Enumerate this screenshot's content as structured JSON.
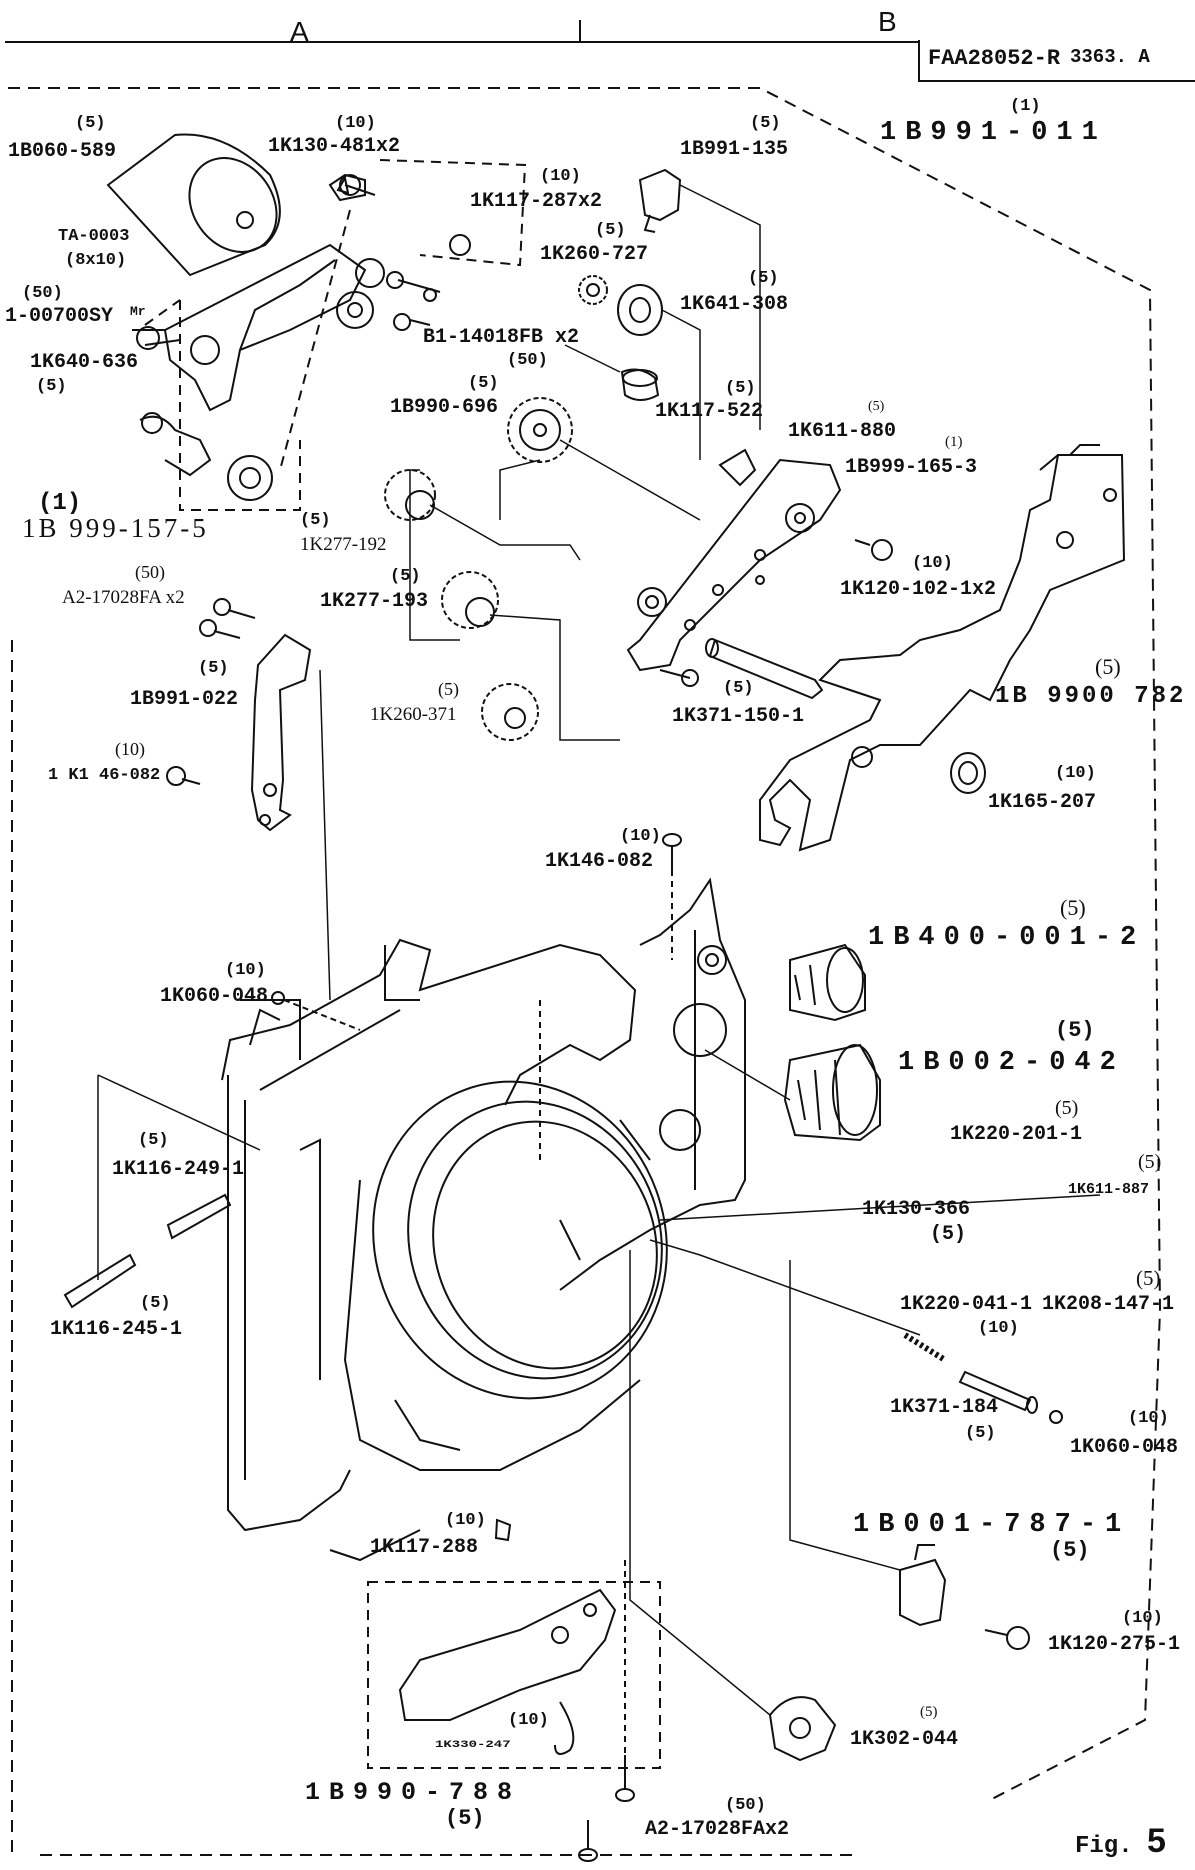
{
  "header": {
    "col_a": "A",
    "col_b": "B",
    "drawing_code": "FAA28052-R",
    "drawing_rev": "3363. A"
  },
  "figure": {
    "prefix": "Fig.",
    "number": "5"
  },
  "labels": {
    "assy_top": "1B991-011",
    "assy_top_qty": "(1)",
    "motor": "1B060-589",
    "motor_qty": "(5)",
    "motor_ta": "TA-0003",
    "motor_ta_size": "(8x10)",
    "screw_481": "1K130-481x2",
    "screw_481_qty": "(10)",
    "screw_287": "1K117-287x2",
    "screw_287_qty": "(10)",
    "sw_135": "1B991-135",
    "sw_135_qty": "(5)",
    "gear_727": "1K260-727",
    "gear_727_qty": "(5)",
    "disc_308": "1K641-308",
    "disc_308_qty": "(5)",
    "screw_b1": "B1-14018FB x2",
    "screw_b1_qty": "(50)",
    "part_700": "1-00700SY",
    "part_700_qty": "(50)",
    "part_700_note": "Mr",
    "washer_636": "1K640-636",
    "washer_636_qty": "(5)",
    "gear_696": "1B990-696",
    "gear_696_qty": "(5)",
    "collar_522": "1K117-522",
    "collar_522_qty": "(5)",
    "plate_880": "1K611-880",
    "plate_880_qty": "(5)",
    "assy_165": "1B999-165-3",
    "assy_165_qty": "(1)",
    "assy_157": "1B 999-157-5",
    "assy_157_qty": "(1)",
    "gear_192": "1K277-192",
    "gear_192_qty": "(5)",
    "screw_102": "1K120-102-1x2",
    "screw_102_qty": "(10)",
    "screw_a2_top": "A2-17028FA x2",
    "screw_a2_top_qty": "(50)",
    "gear_193": "1K277-193",
    "gear_193_qty": "(5)",
    "lever_022": "1B991-022",
    "lever_022_qty": "(5)",
    "gear_371": "1K260-371",
    "gear_371_qty": "(5)",
    "shaft_150": "1K371-150-1",
    "shaft_150_qty": "(5)",
    "plate_782": "1B 9900 782",
    "plate_782_qty": "(5)",
    "screw_k146": "1 K1 46-082",
    "screw_k146_qty": "(10)",
    "washer_207": "1K165-207",
    "washer_207_qty": "(10)",
    "screw_146_082": "1K146-082",
    "screw_146_082_qty": "(10)",
    "knob_001": "1B400-001-2",
    "knob_001_qty": "(5)",
    "ring_048_top": "1K060-048",
    "ring_048_top_qty": "(10)",
    "dial_002": "1B002-042",
    "dial_002_qty": "(5)",
    "spring_201": "1K220-201-1",
    "spring_201_qty": "(5)",
    "guide_249": "1K116-249-1",
    "guide_249_qty": "(5)",
    "screw_366": "1K130-366",
    "screw_366_qty": "(5)",
    "plate_887": "1K611-887",
    "plate_887_qty": "(5)",
    "guide_245": "1K116-245-1",
    "guide_245_qty": "(5)",
    "spring_041": "1K220-041-1",
    "spring_041_qty": "(10)",
    "plate_147": "1K208-147-1",
    "plate_147_qty": "(5)",
    "pin_184": "1K371-184",
    "pin_184_qty": "(5)",
    "ring_048_bot": "1K060-048",
    "ring_048_bot_qty": "(10)",
    "assy_787": "1B001-787-1",
    "assy_787_qty": "(5)",
    "screw_288": "1K117-288",
    "screw_288_qty": "(10)",
    "screw_275": "1K120-275-1",
    "screw_275_qty": "(10)",
    "part_247": "1K330-247",
    "part_247_qty": "(10)",
    "cap_044": "1K302-044",
    "cap_044_qty": "(5)",
    "assy_788": "1B990-788",
    "assy_788_qty": "(5)",
    "screw_a2_bot": "A2-17028FAx2",
    "screw_a2_bot_qty": "(50)"
  }
}
